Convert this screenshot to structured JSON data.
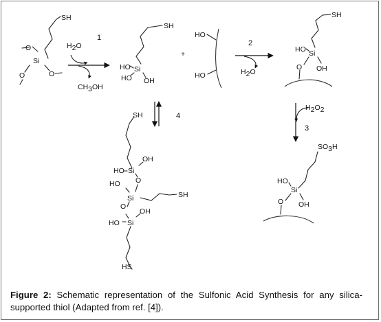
{
  "figure": {
    "caption_label": "Figure 2:",
    "caption_text": " Schematic representation of the Sulfonic Acid Synthesis for any silica-supported thiol (Adapted from ref. [4])."
  },
  "labels": {
    "sh": "SH",
    "hs": "HS",
    "si": "Si",
    "o": "O",
    "ho": "HO",
    "oh": "OH",
    "h2o_h": "H",
    "h2o_sub": "2",
    "h2o_o": "O",
    "ch3oh_a": "CH",
    "ch3oh_sub": "3",
    "ch3oh_b": "OH",
    "h2o2_h": "H",
    "h2o2_sub1": "2",
    "h2o2_o": "O",
    "h2o2_sub2": "2",
    "so3h_a": "SO",
    "so3h_sub": "3",
    "so3h_b": "H",
    "plus": "+"
  },
  "steps": {
    "step1": "1",
    "step2": "2",
    "step3": "3",
    "step4": "4"
  }
}
